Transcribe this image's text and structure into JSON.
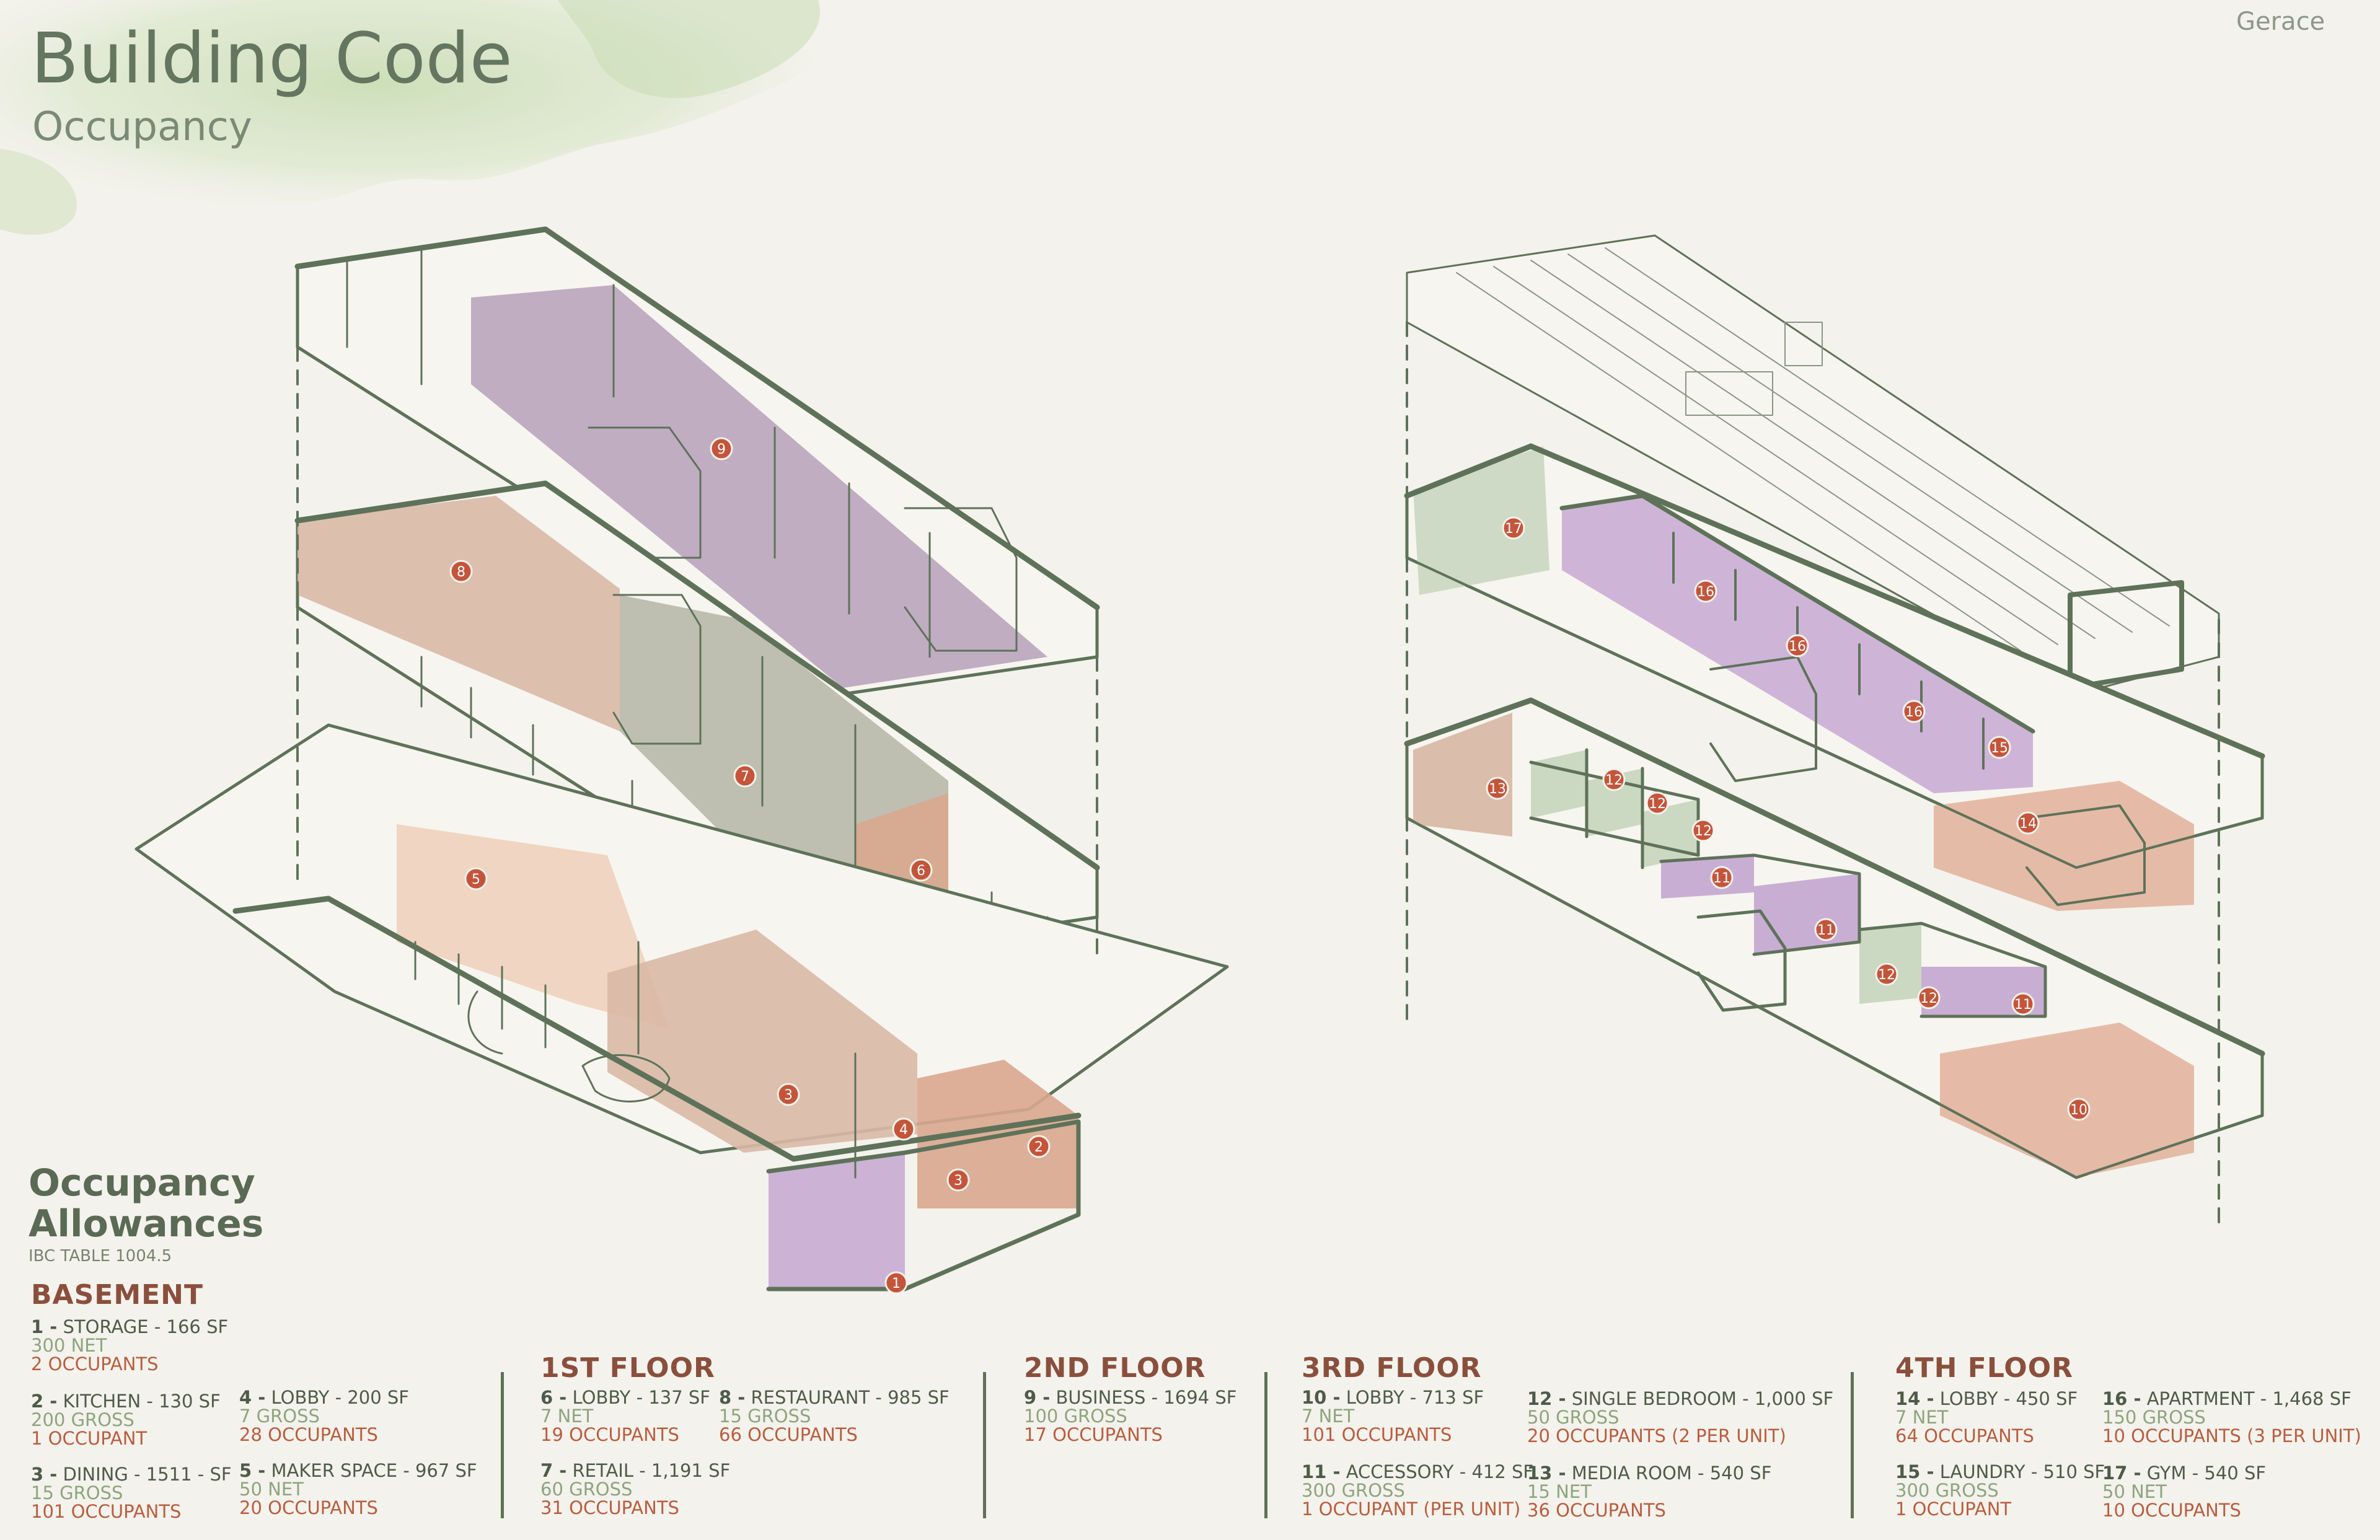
{
  "header": {
    "title": "Building Code",
    "subtitle": "Occupancy",
    "author": "Gerace"
  },
  "legend": {
    "title": "Occupancy Allowances",
    "reference": "IBC TABLE 1004.5"
  },
  "zone_markers": [
    "1",
    "2",
    "3",
    "3",
    "4",
    "5",
    "6",
    "7",
    "8",
    "9",
    "10",
    "11",
    "11",
    "11",
    "12",
    "12",
    "12",
    "12",
    "12",
    "13",
    "14",
    "15",
    "16",
    "16",
    "16",
    "17"
  ],
  "colors": {
    "background": "#f4f2ec",
    "line": "#5e7259",
    "storage_purple": "#c9aed4",
    "lobby_tan": "#d9b9a6",
    "maker_peach": "#eed1bd",
    "retail_gray": "#b7b9a9",
    "business_purple": "#b9a5bd",
    "gym_green": "#cbd8c2",
    "marker_red": "#c4553a",
    "heading_brown": "#8a4f3c",
    "load_green": "#8ea47f",
    "occupant_red": "#b95d3f"
  },
  "floors": [
    {
      "name": "BASEMENT",
      "rooms": [
        {
          "num": "1 -",
          "name": "STORAGE",
          "area": "166 SF",
          "load": "300 NET",
          "occupants": "2 OCCUPANTS"
        },
        {
          "num": "2 -",
          "name": "KITCHEN",
          "area": "130 SF",
          "load": "200 GROSS",
          "occupants": "1 OCCUPANT"
        },
        {
          "num": "3 -",
          "name": "DINING",
          "area": "1511 - SF",
          "load": "15 GROSS",
          "occupants": "101 OCCUPANTS"
        },
        {
          "num": "4 -",
          "name": "LOBBY",
          "area": "200 SF",
          "load": "7 GROSS",
          "occupants": "28 OCCUPANTS"
        },
        {
          "num": "5 -",
          "name": "MAKER SPACE",
          "area": "967 SF",
          "load": "50 NET",
          "occupants": "20 OCCUPANTS"
        }
      ]
    },
    {
      "name": "1ST FLOOR",
      "rooms": [
        {
          "num": "6 -",
          "name": "LOBBY",
          "area": "137 SF",
          "load": "7 NET",
          "occupants": "19 OCCUPANTS"
        },
        {
          "num": "7 -",
          "name": "RETAIL",
          "area": "1,191 SF",
          "load": "60 GROSS",
          "occupants": "31 OCCUPANTS"
        },
        {
          "num": "8 -",
          "name": "RESTAURANT",
          "area": "985 SF",
          "load": "15 GROSS",
          "occupants": "66 OCCUPANTS"
        }
      ]
    },
    {
      "name": "2ND FLOOR",
      "rooms": [
        {
          "num": "9 -",
          "name": "BUSINESS",
          "area": "1694 SF",
          "load": "100 GROSS",
          "occupants": "17 OCCUPANTS"
        }
      ]
    },
    {
      "name": "3RD FLOOR",
      "rooms": [
        {
          "num": "10 -",
          "name": "LOBBY",
          "area": "713 SF",
          "load": "7 NET",
          "occupants": "101 OCCUPANTS"
        },
        {
          "num": "11 -",
          "name": "ACCESSORY",
          "area": "412 SF",
          "load": "300 GROSS",
          "occupants": "1 OCCUPANT (PER UNIT)"
        },
        {
          "num": "12 -",
          "name": "SINGLE BEDROOM",
          "area": "1,000 SF",
          "load": "50 GROSS",
          "occupants": "20 OCCUPANTS (2 PER UNIT)"
        },
        {
          "num": "13 -",
          "name": "MEDIA ROOM",
          "area": "540 SF",
          "load": "15 NET",
          "occupants": "36 OCCUPANTS"
        }
      ]
    },
    {
      "name": "4TH FLOOR",
      "rooms": [
        {
          "num": "14 -",
          "name": "LOBBY",
          "area": "450 SF",
          "load": "7 NET",
          "occupants": "64 OCCUPANTS"
        },
        {
          "num": "15 -",
          "name": "LAUNDRY",
          "area": "510 SF",
          "load": "300 GROSS",
          "occupants": "1 OCCUPANT"
        },
        {
          "num": "16 -",
          "name": "APARTMENT",
          "area": "1,468 SF",
          "load": "150 GROSS",
          "occupants": "10 OCCUPANTS (3 PER UNIT)"
        },
        {
          "num": "17 -",
          "name": "GYM",
          "area": "540 SF",
          "load": "50 NET",
          "occupants": "10 OCCUPANTS"
        }
      ]
    }
  ]
}
